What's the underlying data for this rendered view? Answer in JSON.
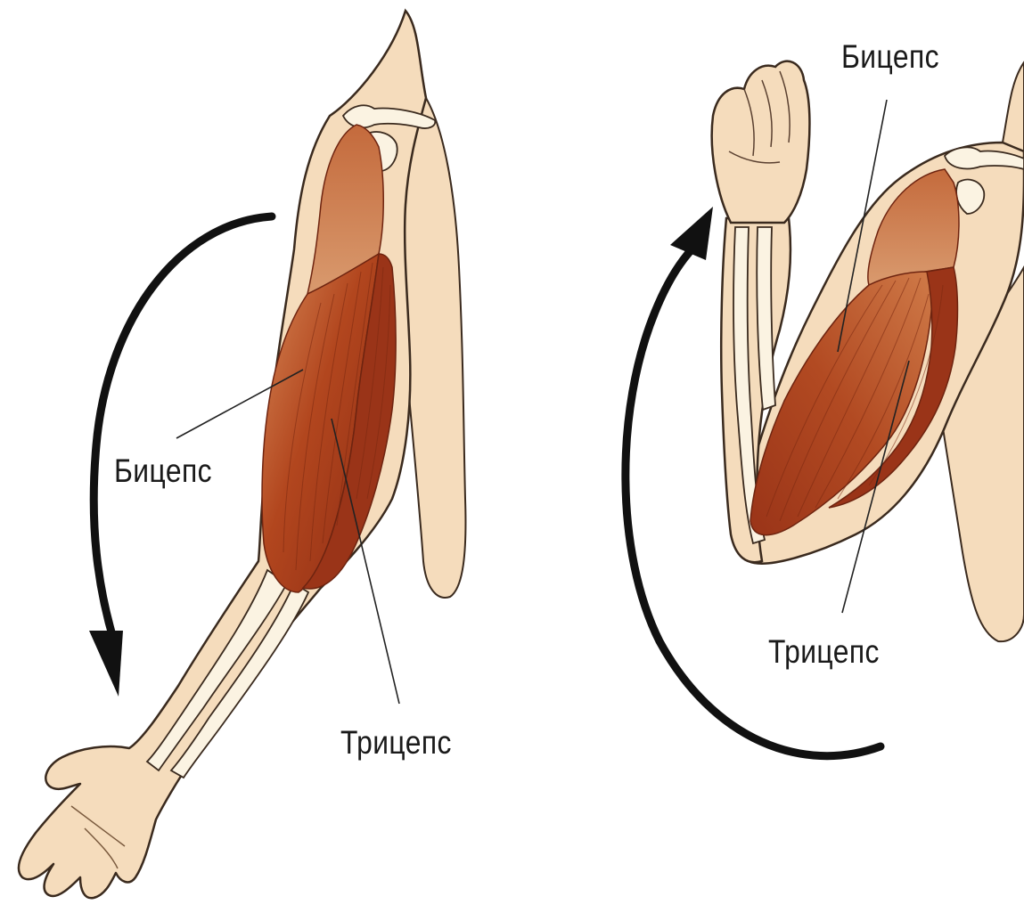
{
  "colors": {
    "skin": "#f5dcbc",
    "skin_outline": "#3a2a1e",
    "bone": "#fbf3e2",
    "muscle_dark": "#8e2c14",
    "muscle_mid": "#b24a22",
    "muscle_light": "#cf7a48",
    "arrow": "#111111",
    "leader_line": "#222222"
  },
  "figures": {
    "extended_arm": {
      "icon": "arm-extended-icon",
      "motion_arrow": "arrow-extension-down-icon",
      "biceps_label": "Бицепс",
      "triceps_label": "Трицепс"
    },
    "flexed_arm": {
      "icon": "arm-flexed-icon",
      "motion_arrow": "arrow-flexion-up-icon",
      "biceps_label": "Бицепс",
      "triceps_label": "Трицепс"
    }
  }
}
